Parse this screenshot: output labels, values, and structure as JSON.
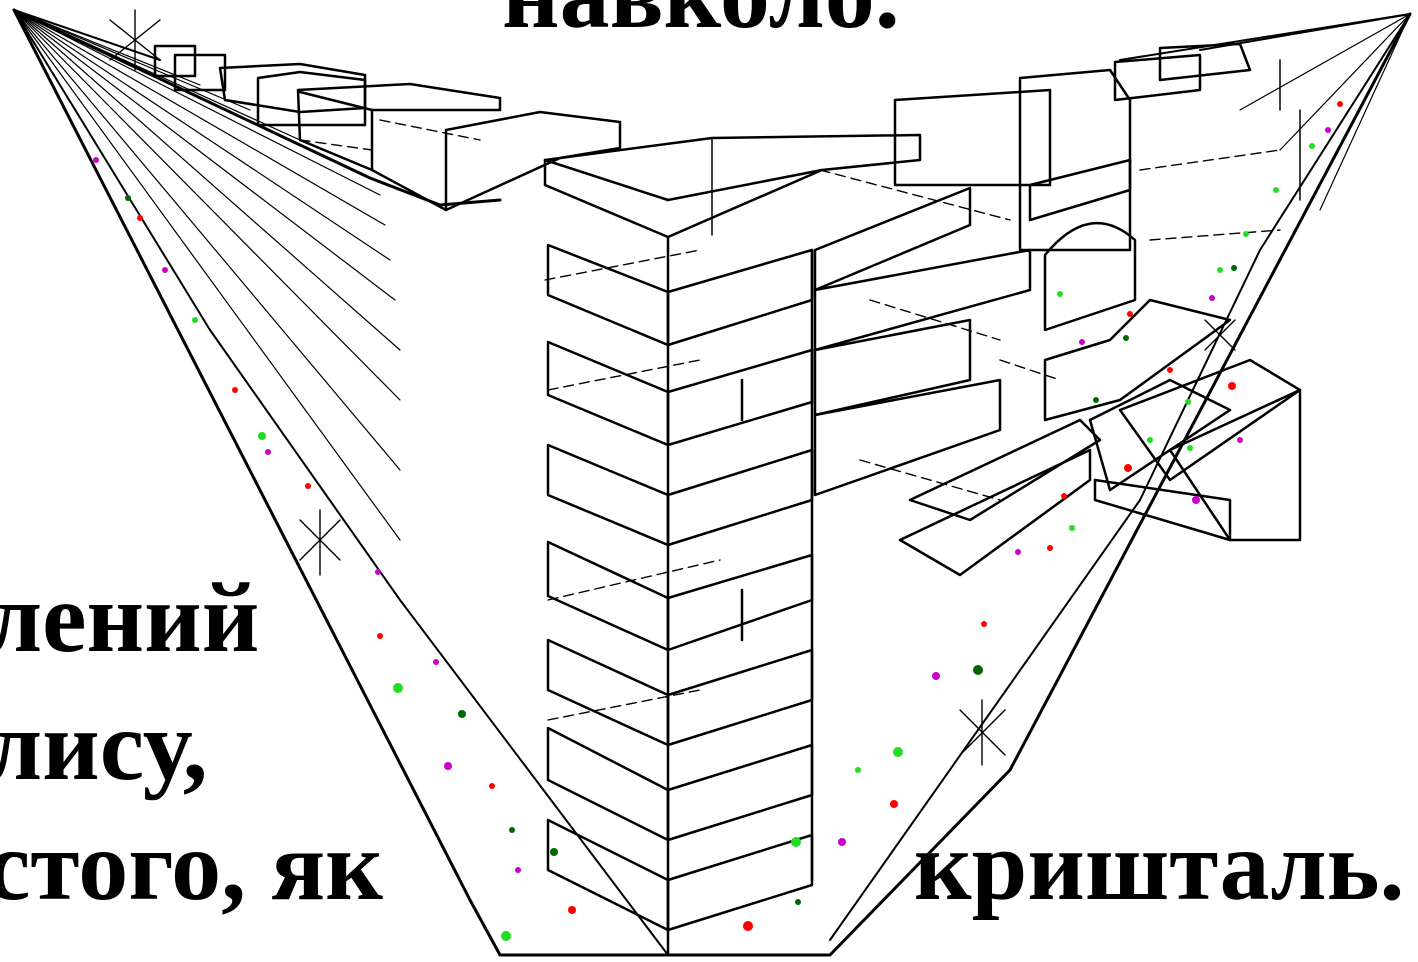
{
  "slide": {
    "captions": {
      "top": "навколо.",
      "left_line_1": "лений",
      "left_line_2": "лису,",
      "left_line_3": "стого, як",
      "right_line_3": "кришталь."
    }
  },
  "colors": {
    "background": "#ffffff",
    "ink": "#000000",
    "dot_red": "#ff0000",
    "dot_green": "#22dd22",
    "dot_dark_green": "#006600",
    "dot_magenta": "#cc00cc"
  }
}
